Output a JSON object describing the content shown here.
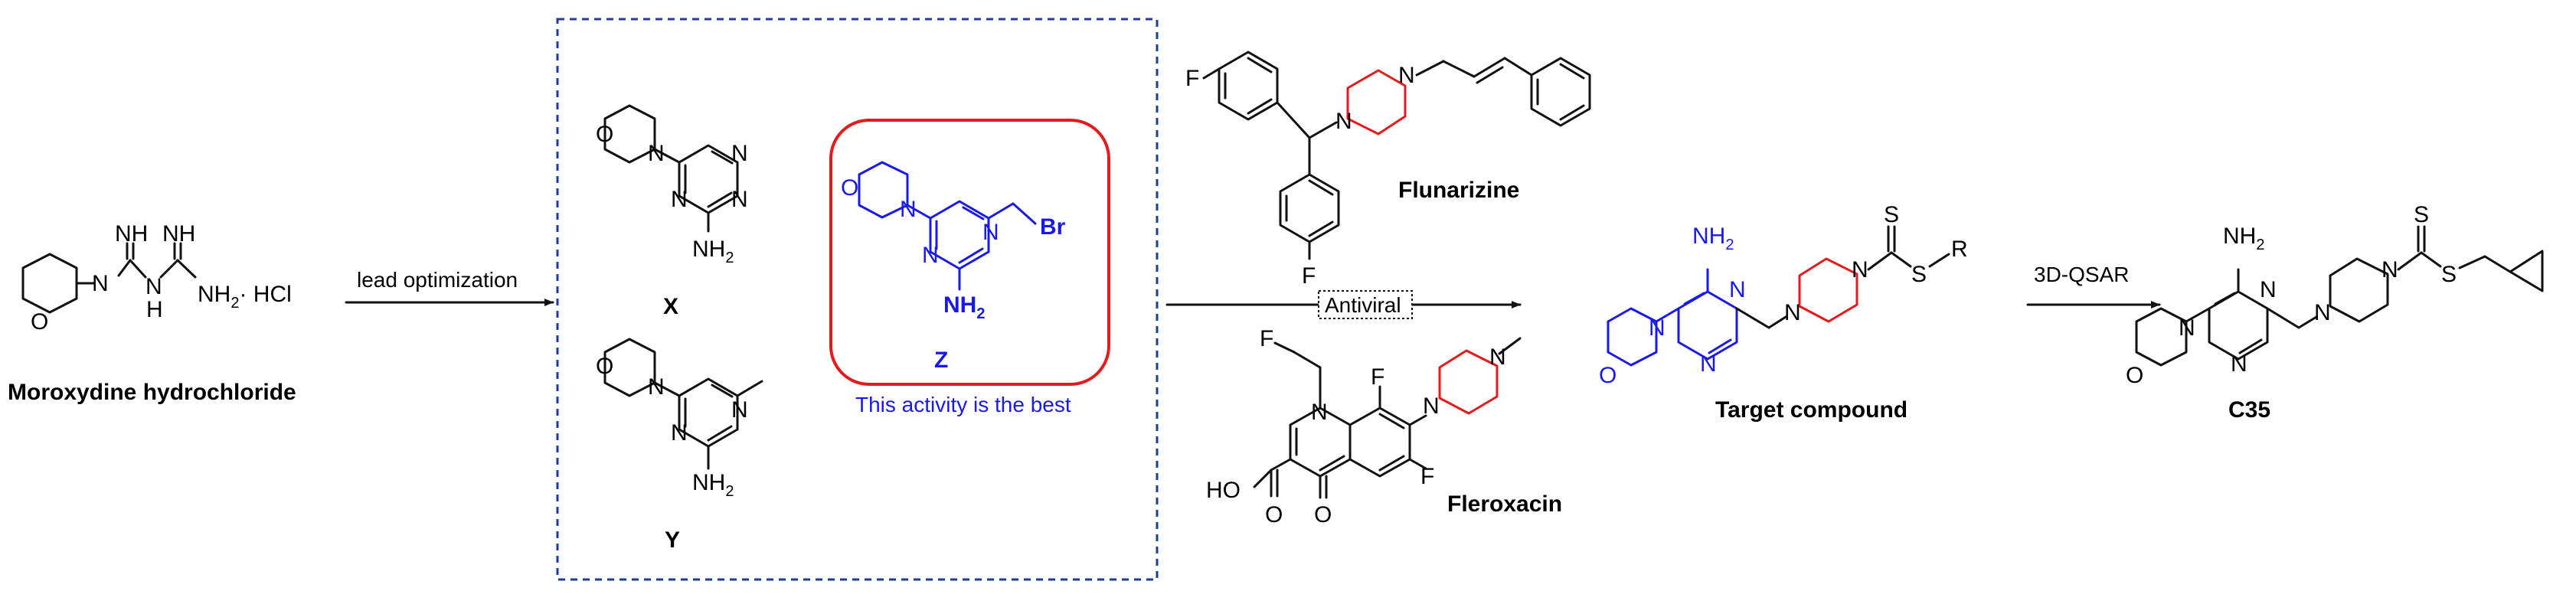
{
  "colors": {
    "black": "#111111",
    "blue": "#1a1ae6",
    "red": "#e41a1c",
    "dashed_box": "#1f3f8f",
    "highlight_box": "#e41a1c"
  },
  "labels": {
    "moroxydine": "Moroxydine hydrochloride",
    "hcl": "· HCl",
    "lead_optimization": "lead optimization",
    "x": "X",
    "y": "Y",
    "z": "Z",
    "best_note": "This activity is the best",
    "flunarizine": "Flunarizine",
    "fleroxacin": "Fleroxacin",
    "antiviral": "Antiviral",
    "target": "Target compound",
    "qsar": "3D-QSAR",
    "c35": "C35"
  },
  "atoms": {
    "O": "O",
    "N": "N",
    "NH": "NH",
    "H": "H",
    "NH2": "NH",
    "sub2": "2",
    "Br": "Br",
    "F": "F",
    "S": "S",
    "R": "R",
    "HO": "HO"
  }
}
